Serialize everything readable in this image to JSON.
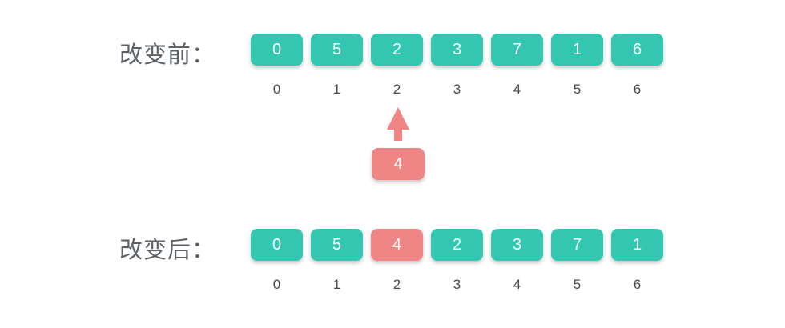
{
  "colors": {
    "teal": "#33C7B2",
    "pink": "#F08585",
    "label_text": "#5C6168",
    "index_text": "#4A4A4A",
    "box_text": "#F7FDFC"
  },
  "before": {
    "label": "改变前：",
    "values": [
      "0",
      "5",
      "2",
      "3",
      "7",
      "1",
      "6"
    ],
    "indices": [
      "0",
      "1",
      "2",
      "3",
      "4",
      "5",
      "6"
    ]
  },
  "insert": {
    "value": "4",
    "target_index": 2,
    "arrow_icon": "up-arrow-icon"
  },
  "after": {
    "label": "改变后：",
    "values": [
      "0",
      "5",
      "4",
      "2",
      "3",
      "7",
      "1"
    ],
    "indices": [
      "0",
      "1",
      "2",
      "3",
      "4",
      "5",
      "6"
    ],
    "highlight_index": 2
  }
}
